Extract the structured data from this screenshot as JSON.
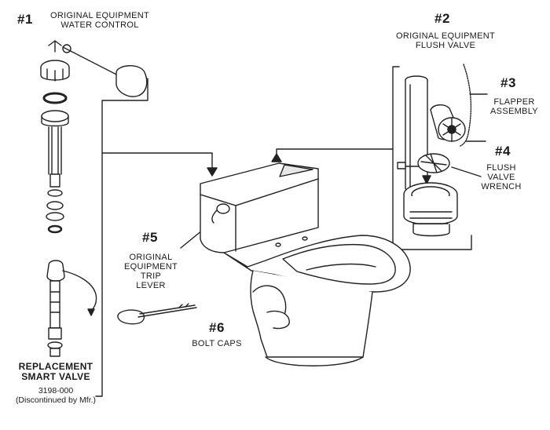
{
  "callouts": {
    "water_control": {
      "number": "#1",
      "line1": "ORIGINAL EQUIPMENT",
      "line2": "WATER CONTROL"
    },
    "flush_valve": {
      "number": "#2",
      "line1": "ORIGINAL EQUIPMENT",
      "line2": "FLUSH VALVE"
    },
    "flapper": {
      "number": "#3",
      "line1": "FLAPPER",
      "line2": "ASSEMBLY"
    },
    "wrench": {
      "number": "#4",
      "line1": "FLUSH",
      "line2": "VALVE",
      "line3": "WRENCH"
    },
    "trip_lever": {
      "number": "#5",
      "line1": "ORIGINAL",
      "line2": "EQUIPMENT",
      "line3": "TRIP",
      "line4": "LEVER"
    },
    "bolt_caps": {
      "number": "#6",
      "line1": "BOLT CAPS"
    }
  },
  "replacement": {
    "line1": "REPLACEMENT",
    "line2": "SMART VALVE",
    "part_number": "3198-000",
    "note": "(Discontinued by Mfr.)"
  }
}
